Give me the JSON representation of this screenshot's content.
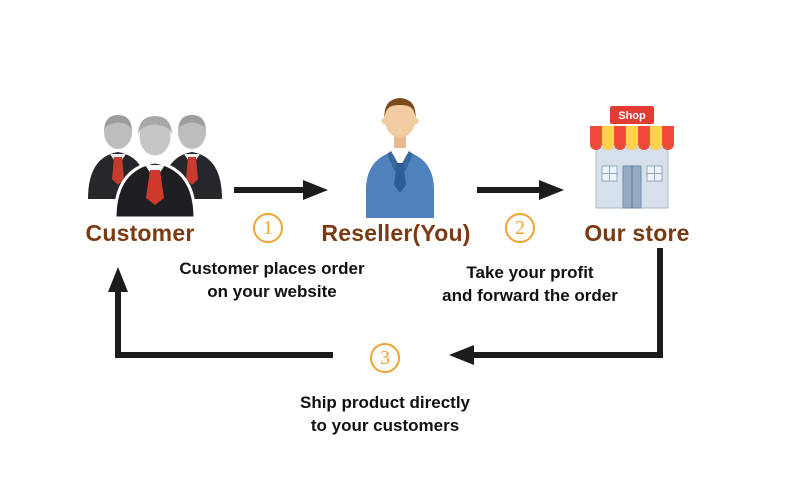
{
  "diagram": {
    "actors": [
      {
        "id": "customer",
        "label": "Customer"
      },
      {
        "id": "reseller",
        "label": "Reseller(You)"
      },
      {
        "id": "store",
        "label": "Our store",
        "sign": "Shop"
      }
    ],
    "steps": [
      {
        "number": "1",
        "caption_line1": "Customer places order",
        "caption_line2": "on your website"
      },
      {
        "number": "2",
        "caption_line1": "Take your profit",
        "caption_line2": "and forward the order"
      },
      {
        "number": "3",
        "caption_line1": "Ship product directly",
        "caption_line2": "to your customers"
      }
    ],
    "colors": {
      "actor_label": "#7a3b12",
      "step_number": "#f0a332",
      "arrow": "#1c1c1c",
      "caption": "#111111",
      "background": "#ffffff"
    }
  }
}
